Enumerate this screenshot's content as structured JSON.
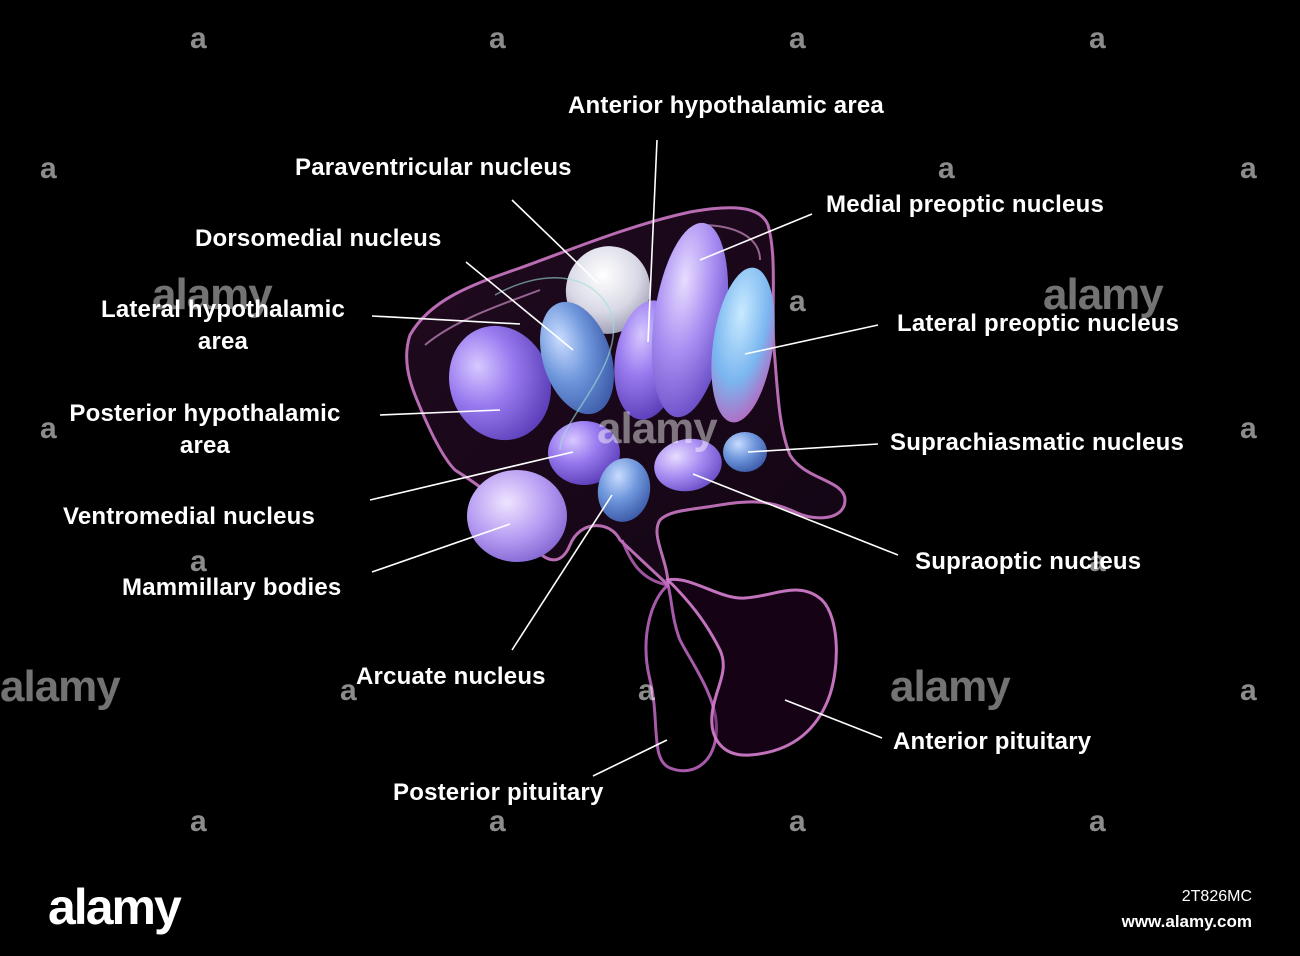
{
  "labels": {
    "anterior_hypothalamic_area": "Anterior hypothalamic area",
    "paraventricular_nucleus": "Paraventricular nucleus",
    "medial_preoptic_nucleus": "Medial preoptic nucleus",
    "dorsomedial_nucleus": "Dorsomedial nucleus",
    "lateral_hypothalamic_area_1": "Lateral hypothalamic",
    "lateral_hypothalamic_area_2": "area",
    "lateral_preoptic_nucleus": "Lateral preoptic nucleus",
    "posterior_hypothalamic_area_1": "Posterior hypothalamic",
    "posterior_hypothalamic_area_2": "area",
    "suprachiasmatic_nucleus": "Suprachiasmatic nucleus",
    "ventromedial_nucleus": "Ventromedial nucleus",
    "supraoptic_nucleus": "Supraoptic nucleus",
    "mammillary_bodies": "Mammillary bodies",
    "arcuate_nucleus": "Arcuate nucleus",
    "anterior_pituitary": "Anterior pituitary",
    "posterior_pituitary": "Posterior pituitary"
  },
  "watermark": {
    "mark": "a",
    "word": "alamy"
  },
  "footer": {
    "logo": "alamy",
    "image_code": "2T826MC",
    "url": "www.alamy.com"
  },
  "colors": {
    "background": "#000000",
    "label_text": "#ffffff",
    "outline": "#d77fd0",
    "nucleus_violet": "#8f6fe6",
    "nucleus_blue": "#6f9ae0",
    "nucleus_white": "#e6e6ee"
  }
}
